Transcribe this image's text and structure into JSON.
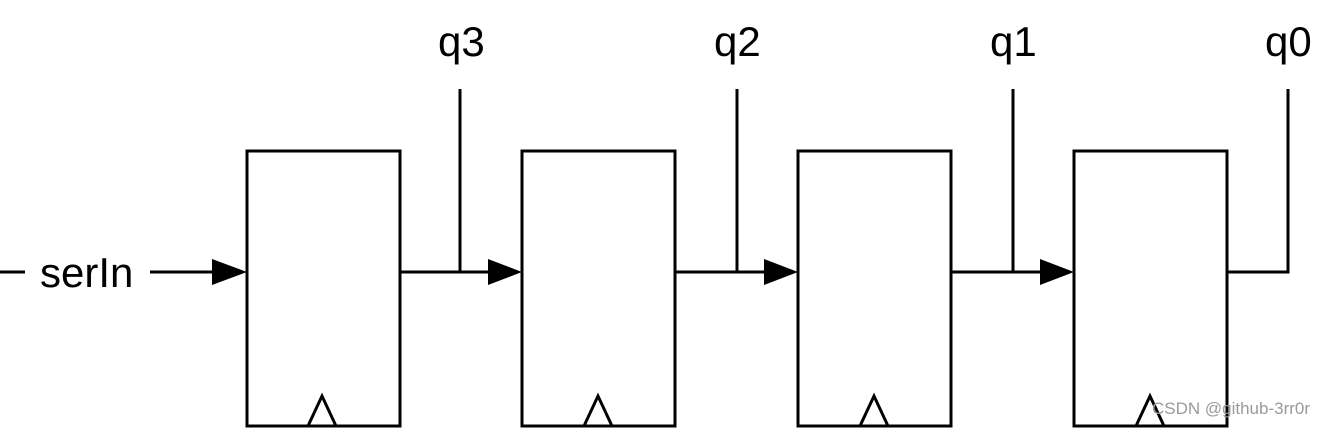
{
  "diagram": {
    "input_label": "serIn",
    "output_labels": [
      "q3",
      "q2",
      "q1",
      "q0"
    ],
    "flip_flop_count": 4
  },
  "watermark": "CSDN @github-3rr0r"
}
